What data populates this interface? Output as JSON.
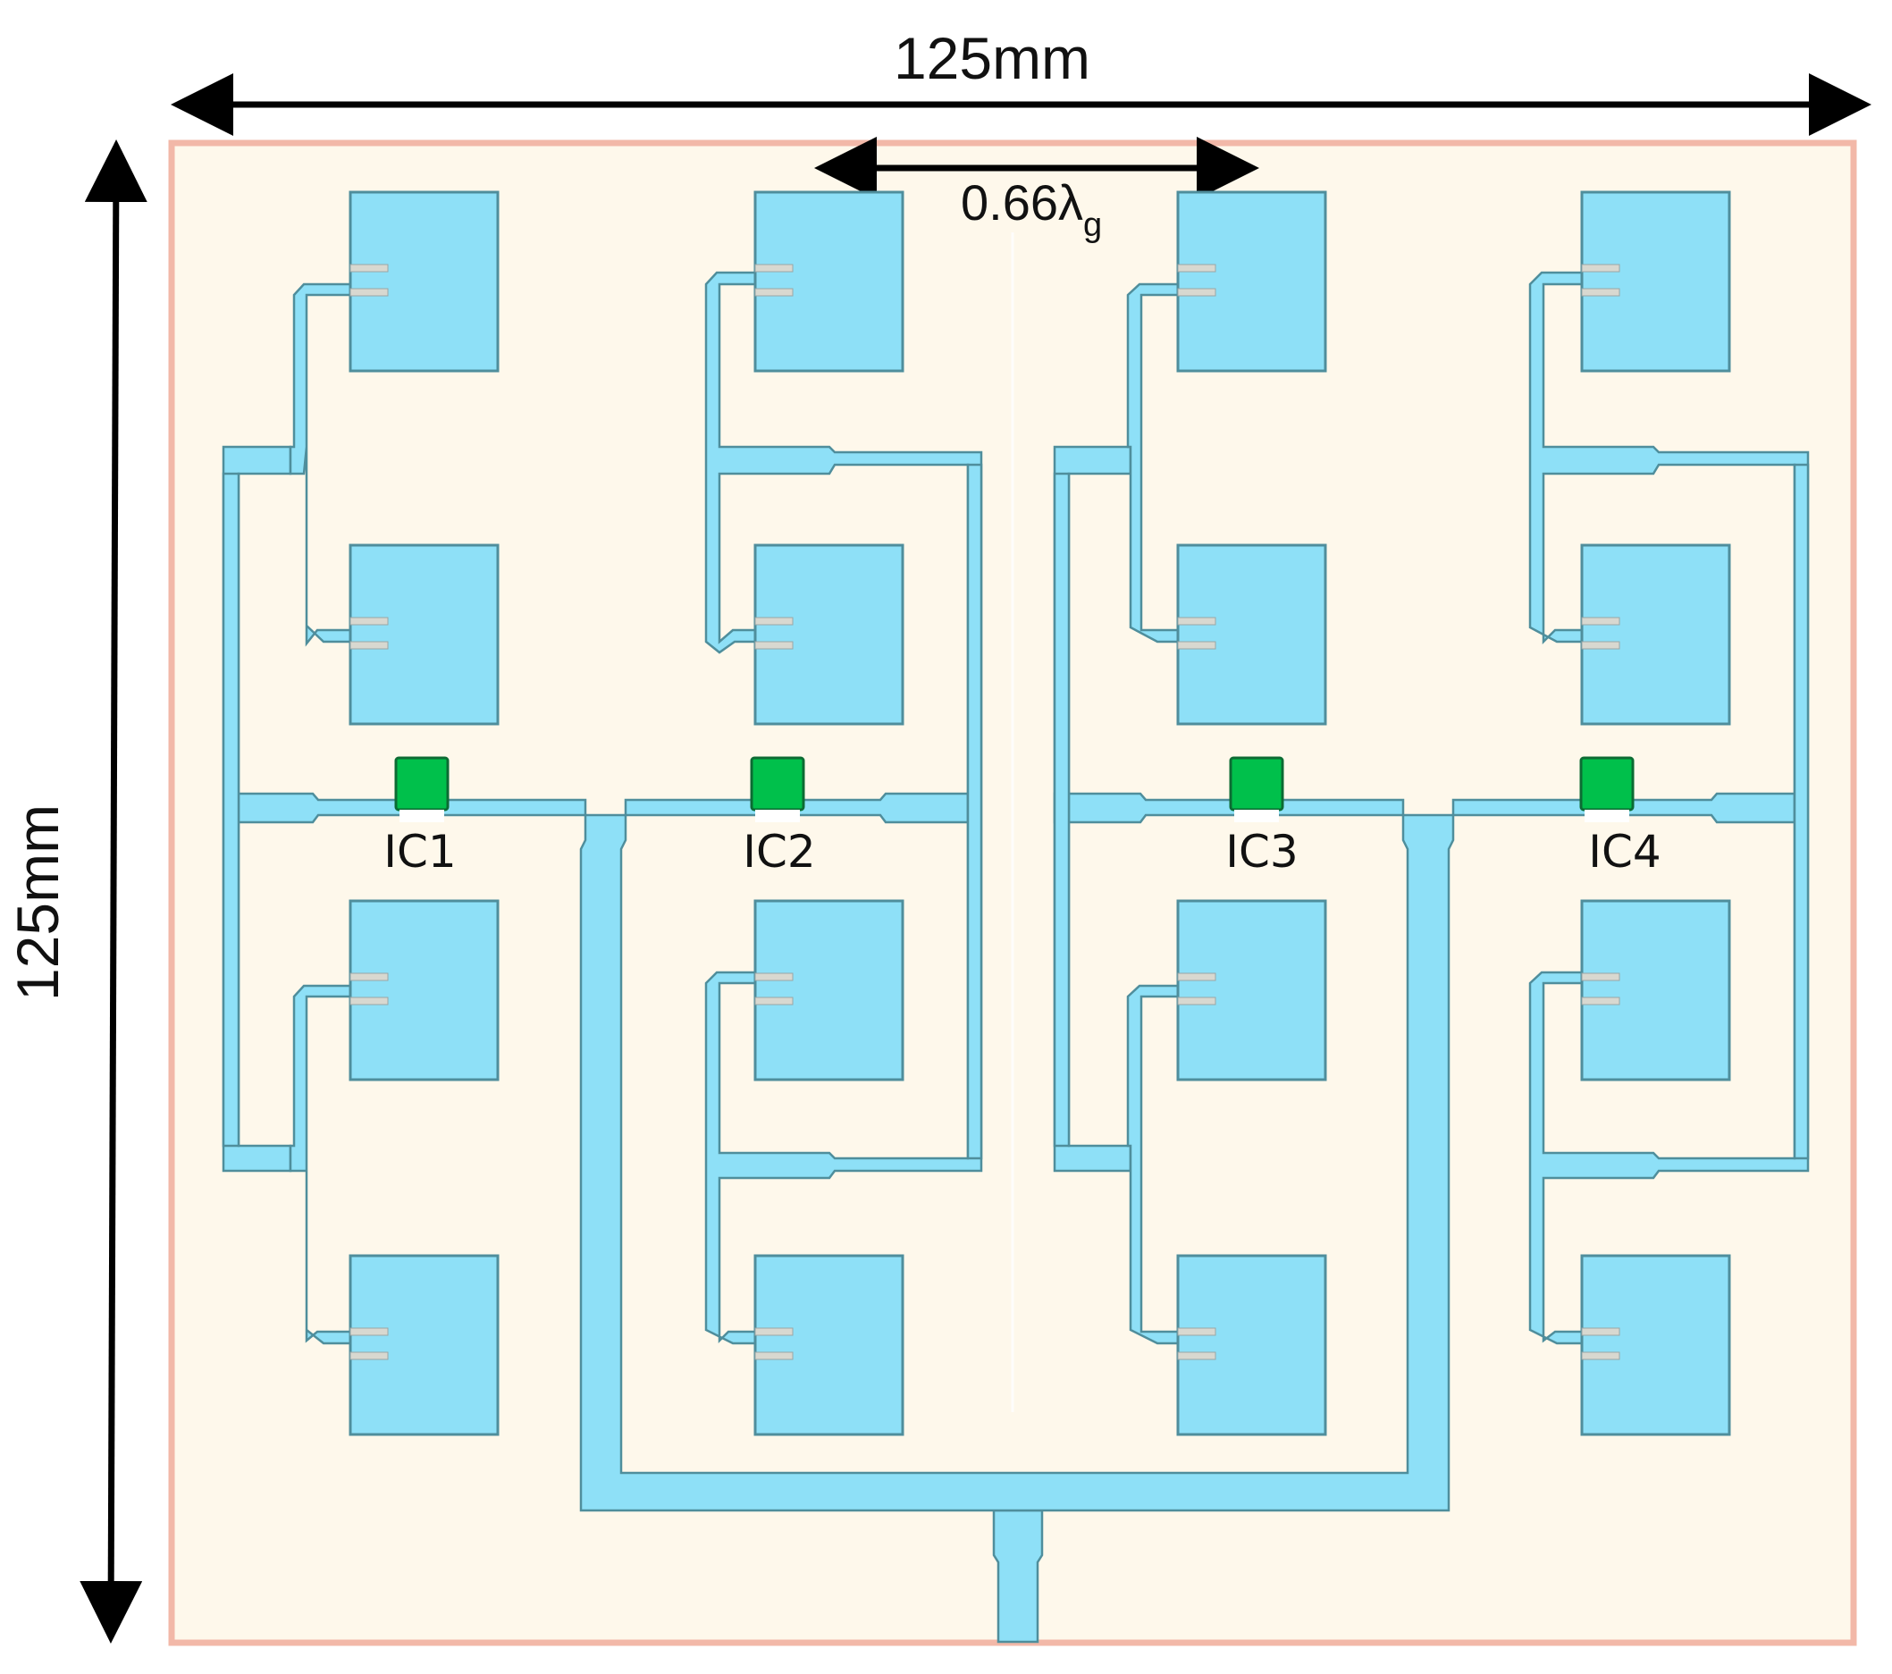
{
  "figure": {
    "type": "antenna-array-layout",
    "width_label": "125mm",
    "height_label": "125mm",
    "spacing_label": {
      "main": "0.66λ",
      "subscript": "g"
    },
    "colors": {
      "substrate": "#FEF8EB",
      "substrate_border": "#F2B8A8",
      "copper": "#8EE0F7",
      "copper_outline": "#4F8E9C",
      "ic": "#00C04B",
      "arrow": "#000000"
    },
    "ics": [
      {
        "label": "IC1"
      },
      {
        "label": "IC2"
      },
      {
        "label": "IC3"
      },
      {
        "label": "IC4"
      }
    ],
    "patch_grid": {
      "rows": 4,
      "columns": 4
    }
  }
}
